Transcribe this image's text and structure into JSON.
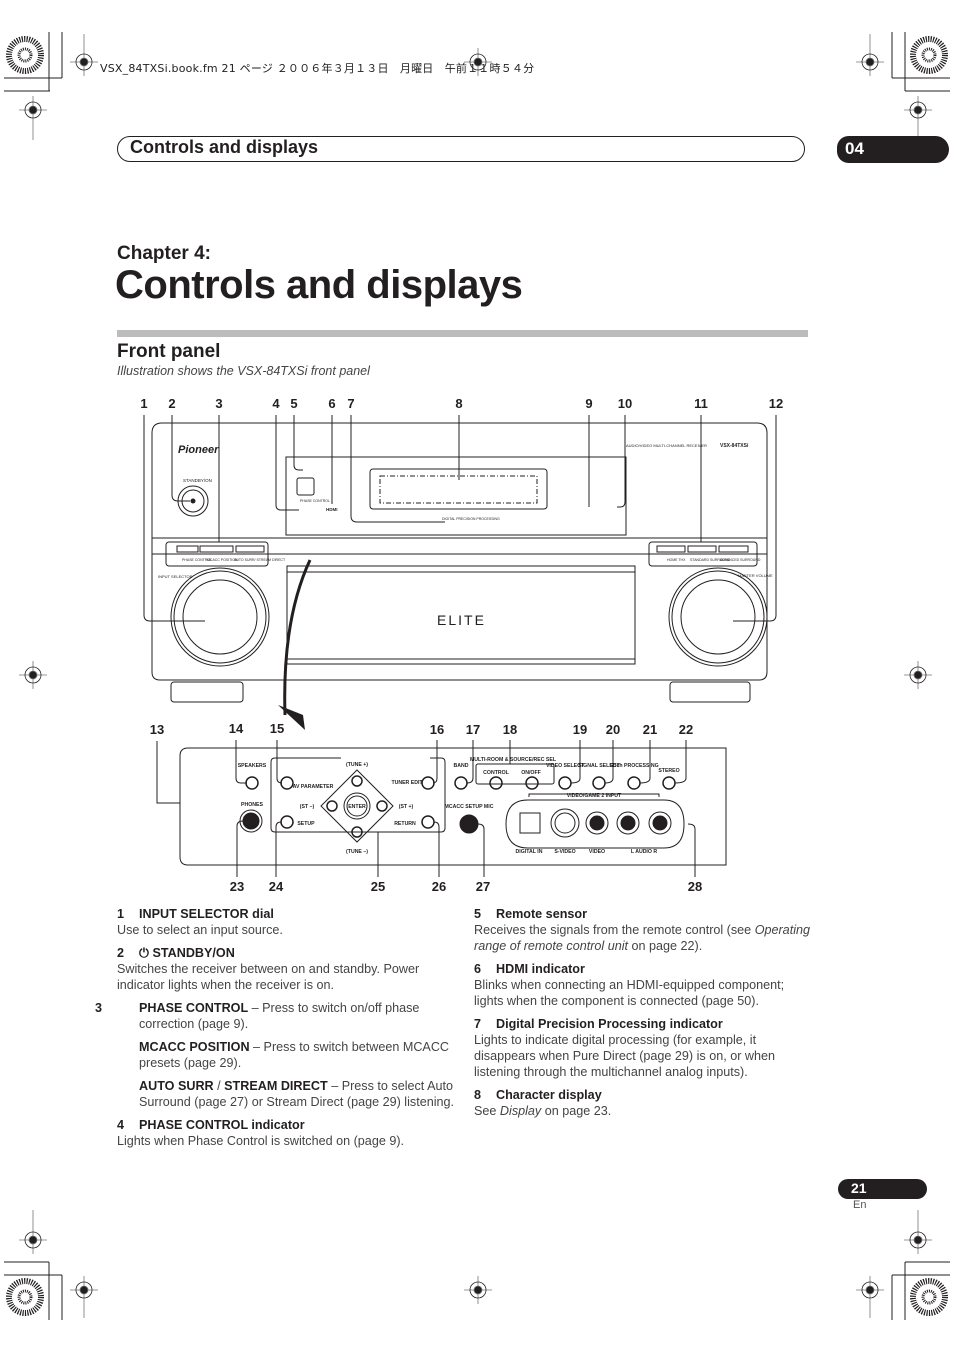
{
  "printer_info": "VSX_84TXSi.book.fm  21 ページ  ２００６年３月１３日　月曜日　午前１１時５４分",
  "header": {
    "title": "Controls and displays",
    "chapter_number": "04"
  },
  "chapter": {
    "label": "Chapter 4:",
    "title": "Controls and displays"
  },
  "section": {
    "title": "Front panel",
    "subtitle": "Illustration shows the VSX-84TXSi front panel"
  },
  "diagram": {
    "top_callouts": [
      "1",
      "2",
      "3",
      "4",
      "5",
      "6",
      "7",
      "8",
      "9",
      "10",
      "11",
      "12"
    ],
    "bottom_upper_callouts": [
      "13",
      "14",
      "15",
      "16",
      "17",
      "18",
      "19",
      "20",
      "21",
      "22"
    ],
    "bottom_lower_callouts": [
      "23",
      "24",
      "25",
      "26",
      "27",
      "28"
    ],
    "brand_logo": "Pioneer",
    "elite_logo": "ELITE",
    "model_line": "AUDIO/VIDEO MULTI-CHANNEL RECEIVER",
    "model_name": "VSX-84TXSi",
    "standby_label": "STANDBY/ON",
    "phase_control_label": "PHASE CONTROL",
    "hdmi_label": "HDMI",
    "dpp_label": "DIGITAL PRECISION PROCESSING",
    "left_buttons": [
      "PHASE CONTROL",
      "MCACC POSITION",
      "AUTO SURR/ STREAM DIRECT"
    ],
    "right_buttons": [
      "HOME THX",
      "STANDARD SURROUND",
      "ADVANCED SURROUND"
    ],
    "input_selector_label": "INPUT SELECTOR",
    "master_volume_label": "MASTER VOLUME",
    "lower_panel": {
      "speakers": "SPEAKERS",
      "phones": "PHONES",
      "av_parameter": "AV PARAMETER",
      "setup": "SETUP",
      "tune_plus": "(TUNE +)",
      "tune_minus": "(TUNE –)",
      "st_minus": "(ST –)",
      "st_plus": "(ST +)",
      "enter": "ENTER",
      "tuner_edit": "TUNER EDIT",
      "return": "RETURN",
      "band": "BAND",
      "multiroom_title": "MULTI-ROOM & SOURCE/REC SEL",
      "control": "CONTROL",
      "on_off": "ON/OFF",
      "video_select": "VIDEO SELECT",
      "signal_select": "SIGNAL SELECT",
      "sbch_processing": "SBch PROCESSING",
      "stereo": "STEREO",
      "mcacc_setup_mic": "MCACC SETUP MIC",
      "video_game_input": "VIDEO/GAME 2 INPUT",
      "digital_in": "DIGITAL IN",
      "s_video": "S-VIDEO",
      "video": "VIDEO",
      "audio": "L   AUDIO   R"
    }
  },
  "descriptions_left": [
    {
      "num": "1",
      "title": "INPUT SELECTOR dial",
      "body": "Use to select an input source."
    },
    {
      "num": "2",
      "title": "STANDBY/ON",
      "body": "Switches the receiver between on and standby. Power indicator lights when the receiver is on."
    },
    {
      "num": "3",
      "title": "PHASE CONTROL",
      "body": " – Press to switch on/off phase correction (page 9)."
    },
    {
      "title": "MCACC POSITION",
      "body": " – Press to switch between MCACC presets (page 29)."
    },
    {
      "title": "AUTO SURR",
      "title2": "STREAM DIRECT",
      "body": " – Press to select Auto Surround (page 27) or Stream Direct (page 29) listening."
    },
    {
      "num": "4",
      "title": "PHASE CONTROL indicator",
      "body": "Lights when Phase Control is switched on (page 9)."
    }
  ],
  "descriptions_right": [
    {
      "num": "5",
      "title": "Remote sensor",
      "body_pre": "Receives the signals from the remote control (see ",
      "body_italic": "Operating range of remote control unit",
      "body_post": " on page 22)."
    },
    {
      "num": "6",
      "title": "HDMI indicator",
      "body": "Blinks when connecting an HDMI-equipped component; lights when the component is connected (page 50)."
    },
    {
      "num": "7",
      "title": "Digital Precision Processing indicator",
      "body": "Lights to indicate digital processing (for example, it disappears when Pure Direct (page 29) is on, or when listening through the multichannel analog inputs)."
    },
    {
      "num": "8",
      "title": "Character display",
      "body_pre": "See ",
      "body_italic": "Display",
      "body_post": " on page 23."
    }
  ],
  "footer": {
    "page_number": "21",
    "language": "En"
  }
}
